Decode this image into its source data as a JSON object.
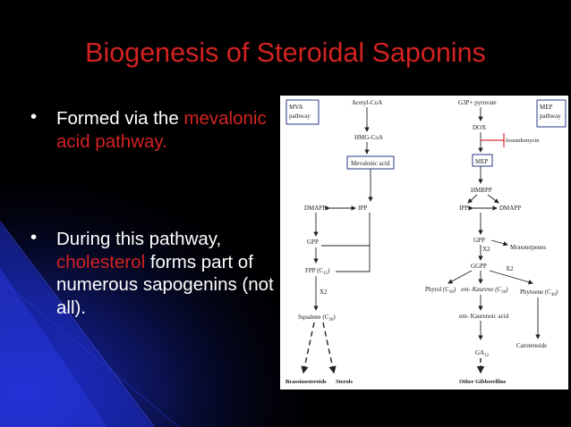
{
  "slide": {
    "title": "Biogenesis of Steroidal Saponins",
    "bullets": [
      {
        "pre": "Formed via the ",
        "highlight": "mevalonic acid pathway.",
        "post": ""
      },
      {
        "pre": "During this pathway, ",
        "highlight": "cholesterol",
        "post": " forms part of numerous sapogenins (not all)."
      }
    ],
    "colors": {
      "title": "#d42222",
      "highlight": "#d42222",
      "text": "#ffffff",
      "background_glow": "#1c2bd6"
    }
  },
  "figure": {
    "mva_label": "MVA\npathway",
    "mep_label": "MEP\npathway",
    "acetyl_coa": "Acetyl-CoA",
    "hmg_coa": "HMG-CoA",
    "mevalonic_acid": "Mevalonic acid",
    "dmapp_left": "DMAPP",
    "ipp_left": "IPP",
    "gpp_left": "GPP",
    "fpp": "FPP (C",
    "fpp_sub": "15",
    "x2_left": "X2",
    "squalene": "Squalene (C",
    "squalene_sub": "30",
    "brassinosteroids": "Brassinosteroids",
    "sterols": "Sterols",
    "g3p": "G3P+ pyruvate",
    "dox": "DOX",
    "fosmidomycin": "fosmidomycin",
    "mep": "MEP",
    "hmbpp": "HMBPP",
    "ipp_right": "IPP",
    "dmapp_right": "DMAPP",
    "gpp_right": "GPP",
    "x2_a": "X2",
    "monoterpenes": "Monoterpenes",
    "ggpp": "GGPP",
    "x2_b": "X2",
    "phytol": "Phytol (C",
    "phytol_sub": "20",
    "kaurene": "ent- Kaurene (C",
    "kaurene_sub": "20",
    "phytoene": "Phytoene (C",
    "phytoene_sub": "40",
    "kaurenoic": "ent- Kaurenoic acid",
    "ga12": "GA",
    "ga12_sub": "12",
    "carotenoids": "Carotenoids",
    "other_gibberellins": "Other Gibberellins"
  }
}
